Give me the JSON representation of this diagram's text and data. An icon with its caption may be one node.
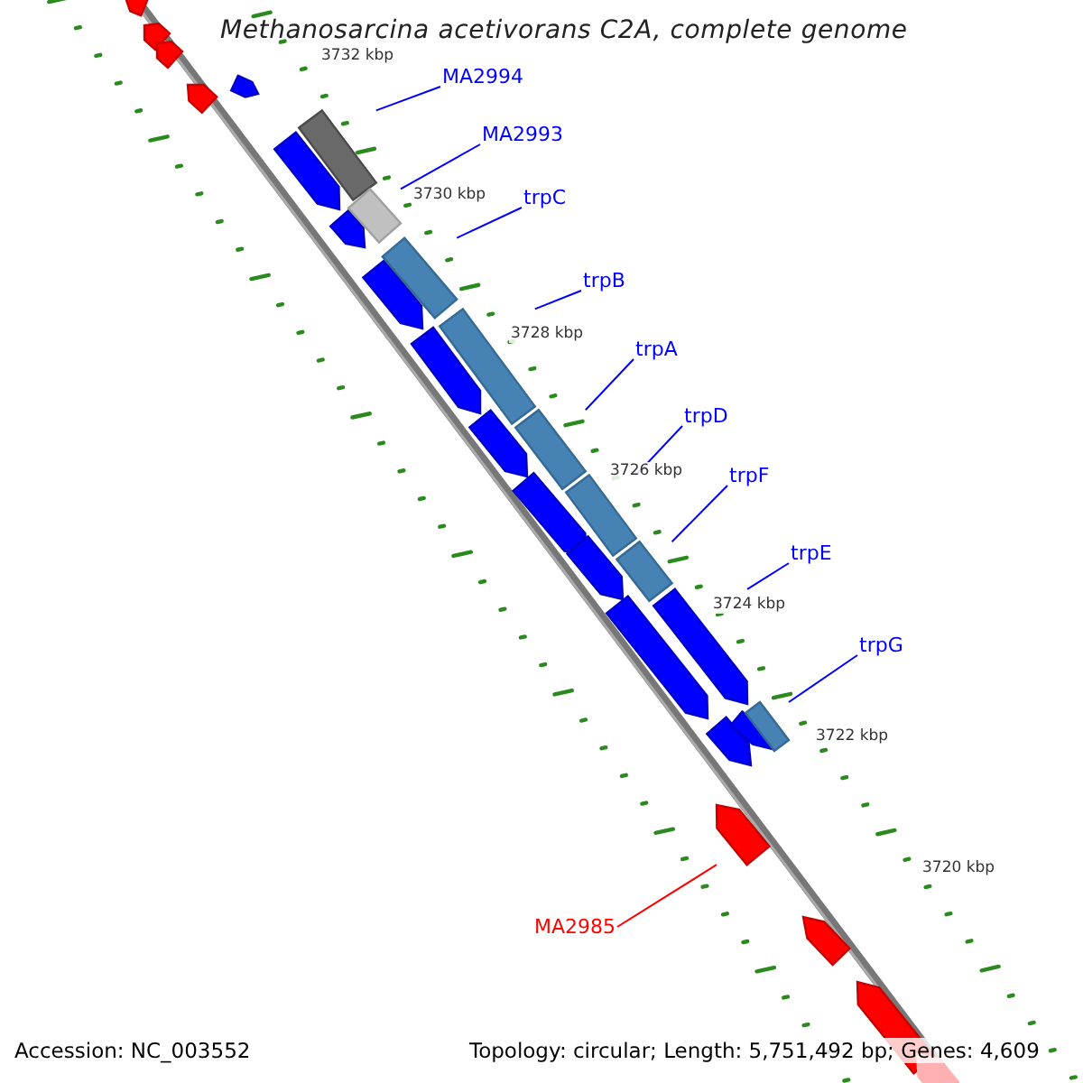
{
  "diagram": {
    "title": "Methanosarcina acetivorans C2A, complete genome",
    "nodes": [
      {
        "text": [
          "MA2994"
        ]
      },
      {
        "text": [
          "MA2993"
        ]
      },
      {
        "text": [
          "trpC"
        ]
      },
      {
        "text": [
          "trpB"
        ]
      },
      {
        "text": [
          "trpA"
        ]
      },
      {
        "text": [
          "trpD"
        ]
      },
      {
        "text": [
          "trpF"
        ]
      },
      {
        "text": [
          "trpE"
        ]
      },
      {
        "text": [
          "trpG"
        ]
      },
      {
        "text": [
          "MA2985"
        ]
      },
      {
        "text": [],
        "shape": "box"
      },
      {
        "text": [],
        "shape": "box"
      },
      {
        "text": [],
        "shape": "box"
      },
      {
        "text": [],
        "shape": "box"
      },
      {
        "text": [],
        "shape": "box"
      },
      {
        "text": [],
        "shape": "box"
      },
      {
        "text": [],
        "shape": "box"
      },
      {
        "text": [],
        "shape": "arrow"
      },
      {
        "text": [],
        "shape": "box"
      },
      {
        "text": [],
        "shape": "arrow"
      }
    ],
    "edges": [
      {
        "from": 0,
        "to": 10,
        "arrow": "none"
      },
      {
        "from": 1,
        "to": 11,
        "arrow": "none"
      },
      {
        "from": 2,
        "to": 12,
        "arrow": "none"
      },
      {
        "from": 3,
        "to": 13,
        "arrow": "none"
      },
      {
        "from": 4,
        "to": 14,
        "arrow": "none"
      },
      {
        "from": 5,
        "to": 15,
        "arrow": "none"
      },
      {
        "from": 6,
        "to": 16,
        "arrow": "none"
      },
      {
        "from": 7,
        "to": 17,
        "arrow": "none"
      },
      {
        "from": 8,
        "to": 18,
        "arrow": "none"
      },
      {
        "from": 9,
        "to": 19,
        "arrow": "none",
        "color": "#ff0000"
      }
    ],
    "labels": [
      "3732 kbp",
      "3730 kbp",
      "3728 kbp",
      "3726 kbp",
      "3724 kbp",
      "3722 kbp",
      "3720 kbp",
      "Accession: NC_003552",
      "Topology: circular; Length: 5,751,492 bp; Genes: 4,609"
    ]
  }
}
